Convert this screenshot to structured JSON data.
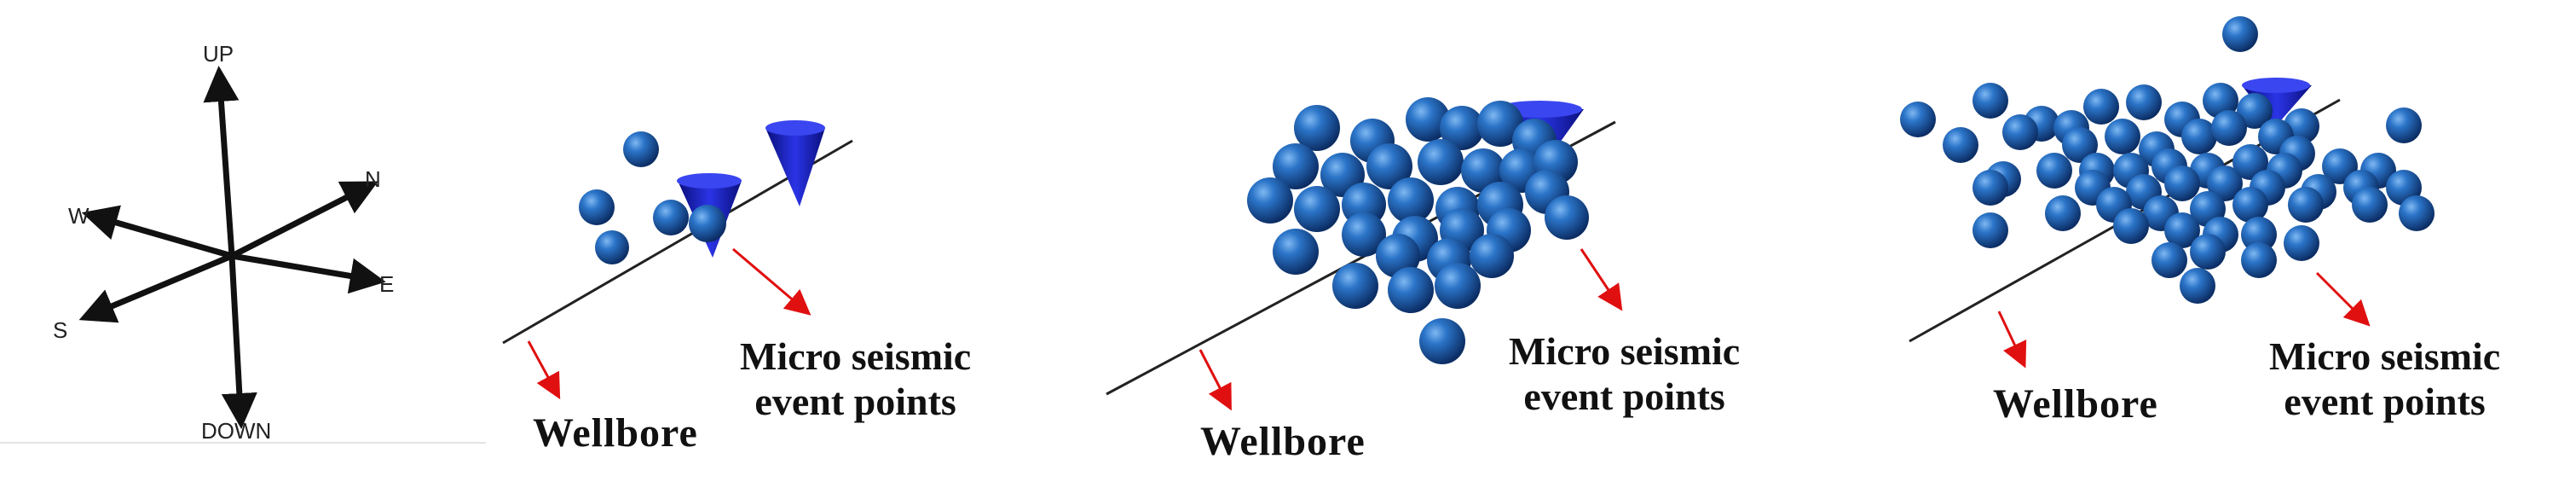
{
  "compass": {
    "up": "UP",
    "down": "DOWN",
    "n": "N",
    "s": "S",
    "e": "E",
    "w": "W"
  },
  "panels": [
    {
      "wellbore_label": "Wellbore",
      "micro_line1": "Micro seismic",
      "micro_line2": "event points"
    },
    {
      "wellbore_label": "Wellbore",
      "micro_line1": "Micro seismic",
      "micro_line2": "event points"
    },
    {
      "wellbore_label": "Wellbore",
      "micro_line1": "Micro seismic",
      "micro_line2": "event points"
    }
  ],
  "colors": {
    "sphere": "#1f63b4",
    "sphere_dark": "#0c2f66",
    "sphere_light": "#6aa7e8",
    "cone": "#1a22c8",
    "pointer_arrow": "#e01010",
    "wellbore": "#222222",
    "compass": "#111111"
  }
}
